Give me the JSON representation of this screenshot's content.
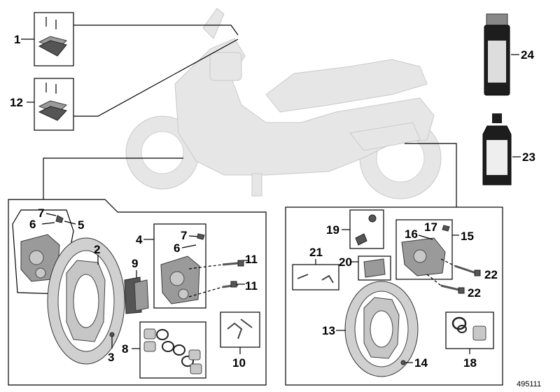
{
  "callouts": {
    "c1": "1",
    "c2": "2",
    "c3": "3",
    "c4": "4",
    "c5": "5",
    "c6a": "6",
    "c6b": "6",
    "c7a": "7",
    "c7b": "7",
    "c8": "8",
    "c9": "9",
    "c10": "10",
    "c11a": "11",
    "c11b": "11",
    "c12": "12",
    "c13": "13",
    "c14": "14",
    "c15": "15",
    "c16": "16",
    "c17": "17",
    "c18": "18",
    "c19": "19",
    "c20": "20",
    "c21": "21",
    "c22a": "22",
    "c22b": "22",
    "c23": "23",
    "c24": "24"
  },
  "diagram_id": "495111"
}
